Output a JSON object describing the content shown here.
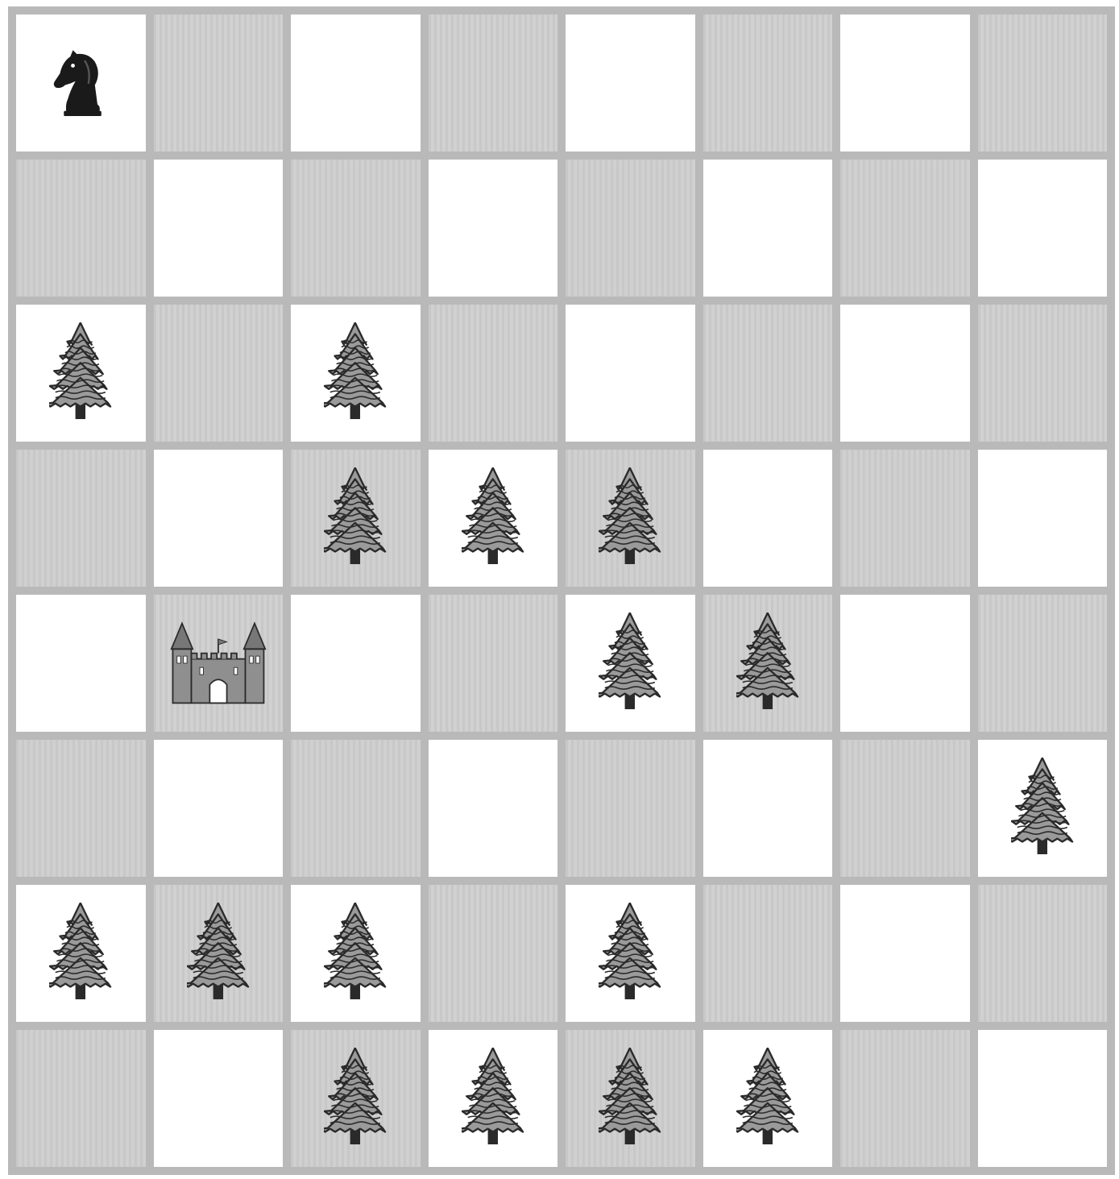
{
  "board": {
    "rows": 8,
    "cols": 8,
    "top_left_square": "light",
    "colors": {
      "light": "#ffffff",
      "dark": "#cfcfcf",
      "grid": "#b9b9b9",
      "tree_fill": "#9a9a9a",
      "tree_outline": "#2a2a2a",
      "knight": "#1a1a1a",
      "castle_fill": "#8f8f8f"
    },
    "pieces": [
      {
        "row": 0,
        "col": 0,
        "icon": "knight-icon"
      },
      {
        "row": 2,
        "col": 0,
        "icon": "tree-icon"
      },
      {
        "row": 2,
        "col": 2,
        "icon": "tree-icon"
      },
      {
        "row": 3,
        "col": 2,
        "icon": "tree-icon"
      },
      {
        "row": 3,
        "col": 3,
        "icon": "tree-icon"
      },
      {
        "row": 3,
        "col": 4,
        "icon": "tree-icon"
      },
      {
        "row": 4,
        "col": 1,
        "icon": "castle-icon"
      },
      {
        "row": 4,
        "col": 4,
        "icon": "tree-icon"
      },
      {
        "row": 4,
        "col": 5,
        "icon": "tree-icon"
      },
      {
        "row": 5,
        "col": 7,
        "icon": "tree-icon"
      },
      {
        "row": 6,
        "col": 0,
        "icon": "tree-icon"
      },
      {
        "row": 6,
        "col": 1,
        "icon": "tree-icon"
      },
      {
        "row": 6,
        "col": 2,
        "icon": "tree-icon"
      },
      {
        "row": 6,
        "col": 4,
        "icon": "tree-icon"
      },
      {
        "row": 7,
        "col": 2,
        "icon": "tree-icon"
      },
      {
        "row": 7,
        "col": 3,
        "icon": "tree-icon"
      },
      {
        "row": 7,
        "col": 4,
        "icon": "tree-icon"
      },
      {
        "row": 7,
        "col": 5,
        "icon": "tree-icon"
      }
    ]
  }
}
